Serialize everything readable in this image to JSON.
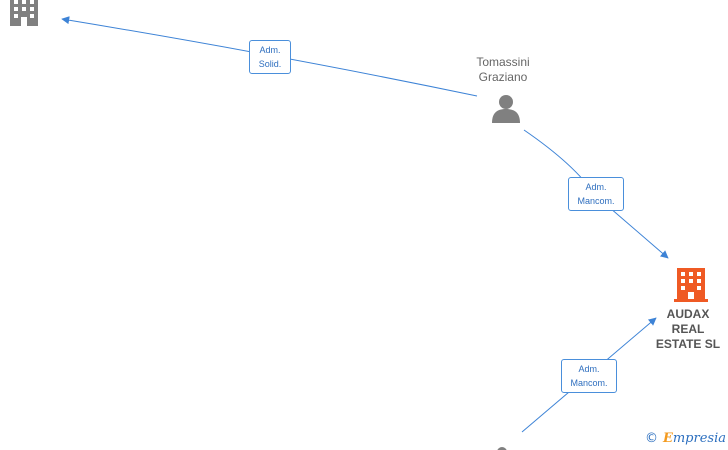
{
  "colors": {
    "edge": "#3d83d6",
    "person_icon": "#808080",
    "company_icon_gray": "#808080",
    "company_icon_orange": "#ef5a24",
    "edge_label_border": "#4a8fdb",
    "edge_label_text": "#2f6fbf"
  },
  "nodes": {
    "person_tomassini": {
      "label": "Tomassini\nGraziano",
      "icon": "person-icon"
    },
    "company_audax": {
      "label": "AUDAX\nREAL\nESTATE  SL",
      "icon": "building-icon"
    },
    "company_top_left": {
      "icon": "building-icon"
    },
    "person_bottom": {
      "icon": "person-icon"
    }
  },
  "edges": {
    "adm_solid": {
      "label": "Adm.\nSolid."
    },
    "adm_mancom_1": {
      "label": "Adm.\nMancom."
    },
    "adm_mancom_2": {
      "label": "Adm.\nMancom."
    }
  },
  "brand": {
    "copyright": "©",
    "initial": "E",
    "rest": "mpresia"
  }
}
